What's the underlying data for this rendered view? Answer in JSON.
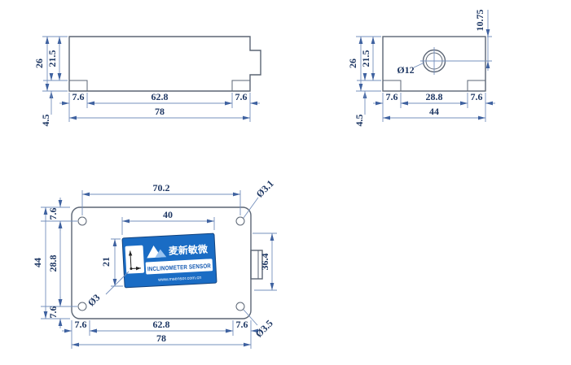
{
  "meta": {
    "description": "Inclinometer sensor dimensional outline drawing, three views"
  },
  "colors": {
    "label_blue": "#1a6cc4",
    "dimension_text": "#1f3864",
    "outline": "#5b6574"
  },
  "front_view": {
    "height_total": "26",
    "body_height": "21.5",
    "foot_height": "4.5",
    "bottom_left": "7.6",
    "bottom_mid": "62.8",
    "bottom_right": "7.6",
    "width_total": "78"
  },
  "side_view": {
    "height_total": "26",
    "body_height": "21.5",
    "foot_height": "4.5",
    "bottom_left": "7.6",
    "bottom_mid": "28.8",
    "bottom_right": "7.6",
    "width_total": "44",
    "hole_diameter": "Ø12",
    "hole_offset": "10.75"
  },
  "top_view": {
    "hole_span": "70.2",
    "label_width": "40",
    "label_height": "21",
    "left_top": "7.6",
    "left_mid": "28.8",
    "left_bottom": "7.6",
    "height_total": "44",
    "bottom_left": "7.6",
    "bottom_mid": "62.8",
    "bottom_right": "7.6",
    "width_total": "78",
    "right_span": "36.4",
    "hole_top_right": "Ø3.1",
    "hole_bottom_right": "Ø3.5",
    "hole_center": "Ø3",
    "label": {
      "brand": "麦新敏微",
      "product": "INCLINOMETER SENSOR",
      "website": "www.msensor.com.cn"
    }
  }
}
